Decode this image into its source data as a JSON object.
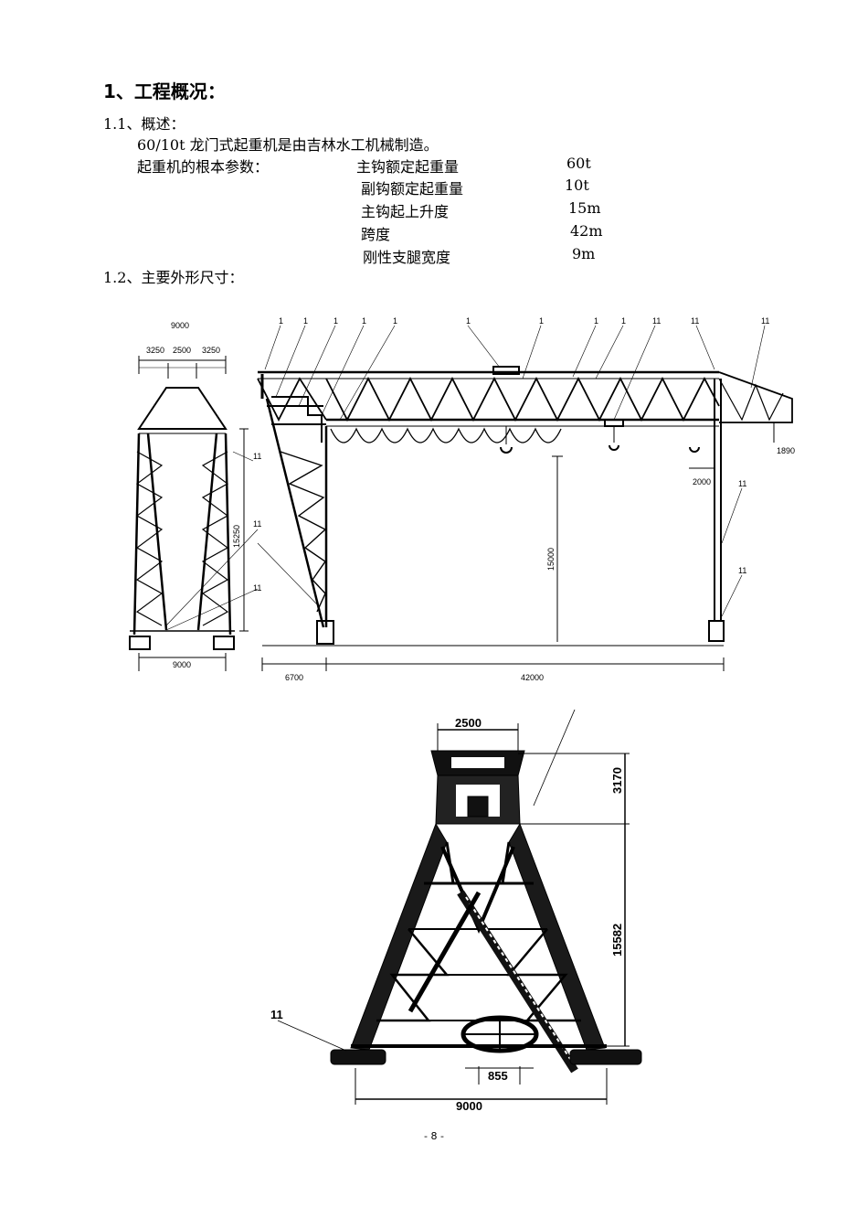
{
  "section_title": "1、工程概况：",
  "s11": {
    "heading": "1.1、概述：",
    "intro": "60/10t 龙门式起重机是由吉林水工机械制造。",
    "params_label": "起重机的根本参数：",
    "params": [
      {
        "name": "主钩额定起重量",
        "value": "60t"
      },
      {
        "name": "副钩额定起重量",
        "value": "10t"
      },
      {
        "name": "主钩起上升度",
        "value": "15m"
      },
      {
        "name": "跨度",
        "value": "42m"
      },
      {
        "name": "刚性支腿宽度",
        "value": "9m"
      }
    ]
  },
  "s12": {
    "heading": "1.2、主要外形尺寸："
  },
  "figure1": {
    "dims": {
      "top_width": "9000",
      "top_left": "3250",
      "top_mid": "2500",
      "top_right": "3250",
      "height": "15250",
      "bottom_width": "9000",
      "left_overhang": "6700",
      "span": "42000",
      "lift": "15000",
      "aux": "2000",
      "cant": "1890"
    },
    "callouts": [
      "1",
      "1",
      "1",
      "1",
      "1",
      "1",
      "1",
      "1",
      "1",
      "11",
      "11",
      "11",
      "11",
      "11",
      "11",
      "11",
      "11"
    ]
  },
  "figure2": {
    "dims": {
      "top": "2500",
      "upper_height": "3170",
      "lower_height": "15582",
      "wheel": "855",
      "base": "9000"
    },
    "callout": "11"
  },
  "footer": "- 8 -"
}
